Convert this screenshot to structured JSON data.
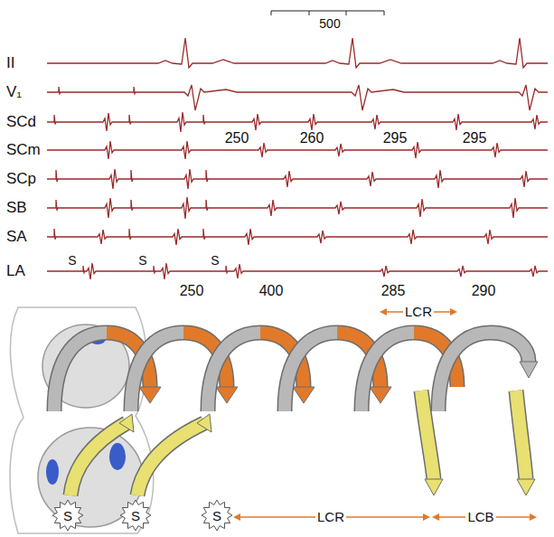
{
  "diagram": {
    "nodes": [
      {
        "text": [
          "S"
        ]
      },
      {
        "text": [
          "S"
        ]
      },
      {
        "text": [
          "S"
        ]
      }
    ],
    "labels": [
      "500",
      "II",
      "V₁",
      "SCd",
      "SCm",
      "SCp",
      "SB",
      "SA",
      "LA",
      "250",
      "260",
      "295",
      "295",
      "250",
      "400",
      "285",
      "290",
      "S",
      "S",
      "S",
      "LCR",
      "LCR",
      "LCB"
    ]
  }
}
